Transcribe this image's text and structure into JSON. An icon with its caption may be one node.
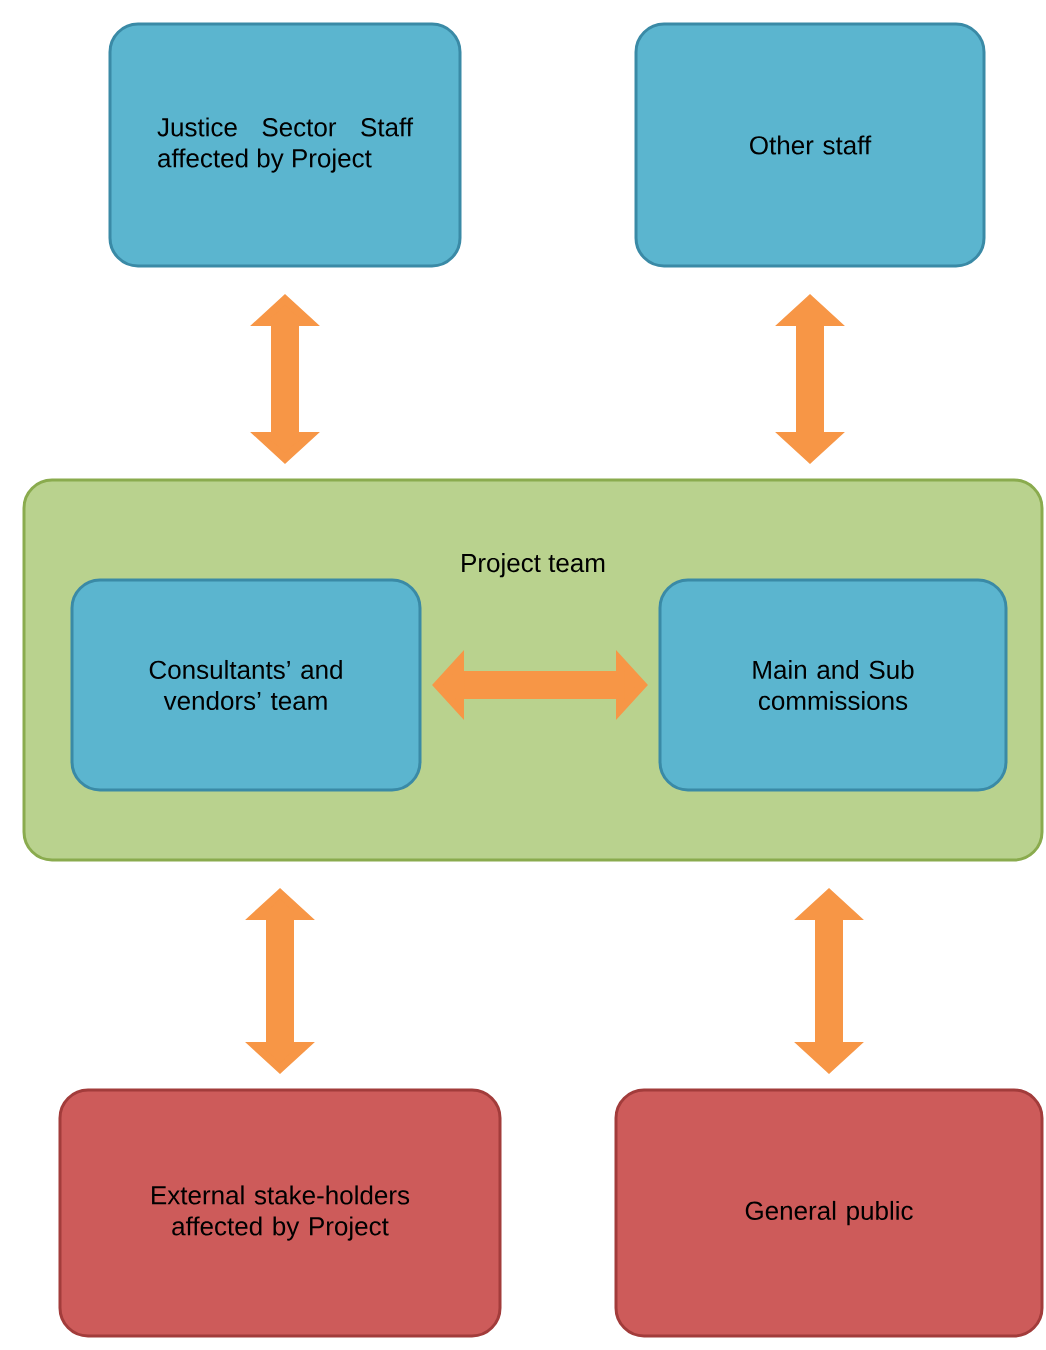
{
  "diagram": {
    "nodes": [
      {
        "text": [
          "Justice Sector Staff affected by Project"
        ]
      },
      {
        "text": [
          "Other staff"
        ]
      },
      {
        "text": [
          "Project team"
        ]
      },
      {
        "text": [
          "Consultants’ and vendors’ team"
        ],
        "in": 2
      },
      {
        "text": [
          "Main and Sub commissions"
        ],
        "in": 2
      },
      {
        "text": [
          "External stake-holders affected by Project"
        ]
      },
      {
        "text": [
          "General public"
        ]
      }
    ],
    "edges": [
      {
        "from": 0,
        "to": 2,
        "arrow": "both"
      },
      {
        "from": 1,
        "to": 2,
        "arrow": "both"
      },
      {
        "from": 3,
        "to": 4,
        "arrow": "both"
      },
      {
        "from": 2,
        "to": 5,
        "arrow": "both"
      },
      {
        "from": 2,
        "to": 6,
        "arrow": "both"
      }
    ]
  }
}
